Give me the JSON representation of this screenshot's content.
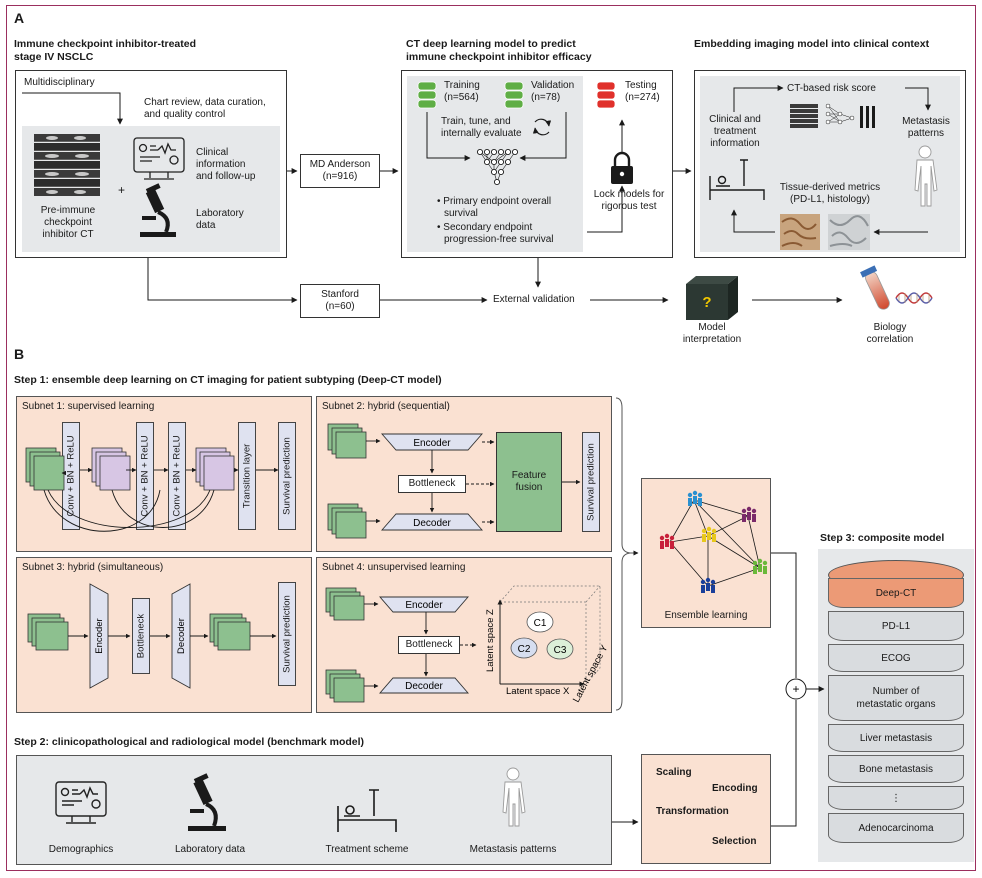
{
  "sections": {
    "a": "A",
    "b": "B"
  },
  "panelA": {
    "col1_title_l1": "Immune checkpoint inhibitor-treated",
    "col1_title_l2": "stage IV NSCLC",
    "col2_title_l1": "CT deep learning model to predict",
    "col2_title_l2": "immune checkpoint inhibitor efficacy",
    "col3_title": "Embedding imaging model into clinical context",
    "multidisciplinary": "Multidisciplinary",
    "chart_review_l1": "Chart review, data curation,",
    "chart_review_l2": "and quality control",
    "clinical_l1": "Clinical",
    "clinical_l2": "information",
    "clinical_l3": "and follow-up",
    "plus": "+",
    "laboratory_l1": "Laboratory",
    "laboratory_l2": "data",
    "pre_l1": "Pre-immune",
    "pre_l2": "checkpoint",
    "pre_l3": "inhibitor CT",
    "mda_l1": "MD Anderson",
    "mda_l2": "(n=916)",
    "training_l1": "Training",
    "training_l2": "(n=564)",
    "validation_l1": "Validation",
    "validation_l2": "(n=78)",
    "testing_l1": "Testing",
    "testing_l2": "(n=274)",
    "train_tune_l1": "Train, tune, and",
    "train_tune_l2": "internally evaluate",
    "primary_l1": "• Primary endpoint overall",
    "primary_l2": "survival",
    "secondary_l1": "• Secondary endpoint",
    "secondary_l2": "progression-free survival",
    "lock_l1": "Lock models for",
    "lock_l2": "rigorous test",
    "ct_risk": "CT-based risk score",
    "clin_treat_l1": "Clinical and",
    "clin_treat_l2": "treatment",
    "clin_treat_l3": "information",
    "metastasis_l1": "Metastasis",
    "metastasis_l2": "patterns",
    "tissue_l1": "Tissue-derived metrics",
    "tissue_l2": "(PD-L1, histology)",
    "stanford_l1": "Stanford",
    "stanford_l2": "(n=60)",
    "external": "External validation",
    "model_interp_l1": "Model",
    "model_interp_l2": "interpretation",
    "question": "?",
    "biology_l1": "Biology",
    "biology_l2": "correlation"
  },
  "panelB": {
    "step1": "Step 1: ensemble deep learning on CT imaging for patient subtyping (Deep-CT model)",
    "sub1": "Subnet 1: supervised learning",
    "sub2": "Subnet 2: hybrid (sequential)",
    "sub3": "Subnet 3: hybrid (simultaneous)",
    "sub4": "Subnet 4: unsupervised learning",
    "conv": "Conv + BN + ReLU",
    "transition": "Transition layer",
    "survival": "Survival prediction",
    "encoder": "Encoder",
    "decoder": "Decoder",
    "bottleneck": "Bottleneck",
    "feature_l1": "Feature",
    "feature_l2": "fusion",
    "latent_z": "Latent space Z",
    "latent_x": "Latent space X",
    "latent_y": "Latent space Y",
    "c1": "C1",
    "c2": "C2",
    "c3": "C3",
    "ensemble": "Ensemble learning",
    "step3": "Step 3: composite model",
    "layers": [
      "Deep-CT",
      "PD-L1",
      "ECOG",
      "Number of\nmetastatic organs",
      "Liver metastasis",
      "Bone metastasis",
      "⋮",
      "Adenocarcinoma"
    ],
    "step2": "Step 2: clinicopathological and radiological model (benchmark model)",
    "demographics": "Demographics",
    "lab_data": "Laboratory data",
    "treatment_scheme": "Treatment scheme",
    "metastasis_patterns": "Metastasis patterns",
    "scaling": "Scaling",
    "encoding": "Encoding",
    "transformation": "Transformation",
    "selection": "Selection",
    "plus": "+"
  },
  "colors": {
    "frame": "#9b2f5e",
    "peach": "#fae1d2",
    "green": "#8dc08f",
    "purple": "#d7c6e4",
    "layer": "#d9dcdf",
    "deepct": "#ec9a76",
    "grey": "#e6e8ea"
  }
}
